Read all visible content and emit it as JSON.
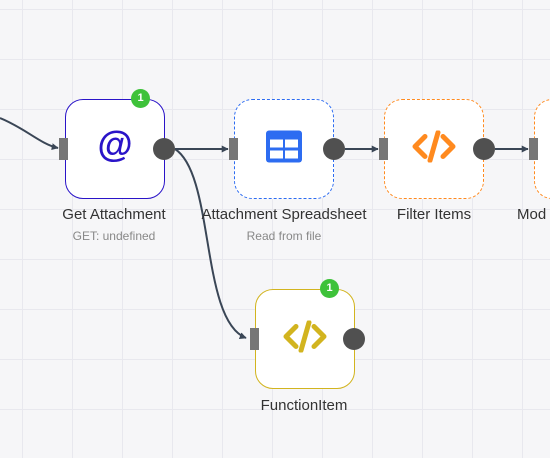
{
  "nodes": {
    "get_attachment": {
      "title": "Get Attachment",
      "subtitle": "GET: undefined",
      "badge": "1",
      "icon": "at-sign-icon",
      "color": "#2a14c8"
    },
    "attachment_spreadsheet": {
      "title": "Attachment Spreadsheet",
      "subtitle": "Read from file",
      "icon": "table-icon",
      "color": "#2d6cf1"
    },
    "filter_items": {
      "title": "Filter Items",
      "icon": "code-icon",
      "color": "#ff8a1f"
    },
    "next_node": {
      "title": "Mod",
      "color": "#ff8a1f"
    },
    "function_item": {
      "title": "FunctionItem",
      "badge": "1",
      "icon": "code-icon",
      "color": "#d2b41f"
    }
  }
}
